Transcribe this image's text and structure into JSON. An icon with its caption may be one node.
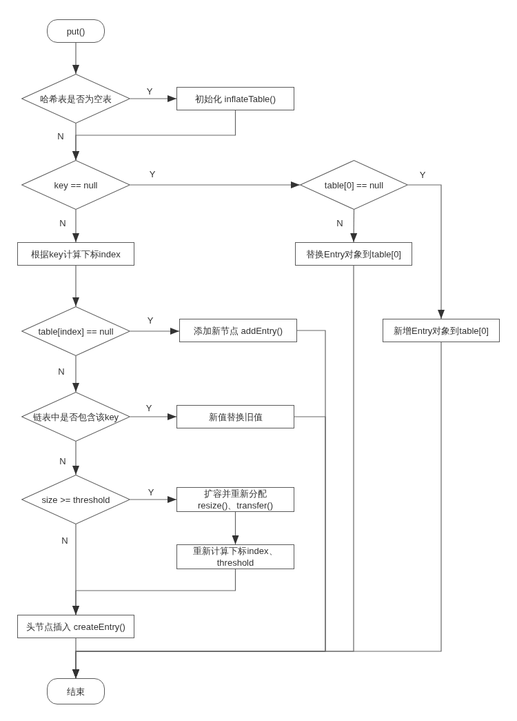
{
  "diagram": {
    "nodes": [
      {
        "text": [
          "put()"
        ]
      },
      {
        "text": [
          "哈希表是否为空表"
        ]
      },
      {
        "text": [
          "初始化 inflateTable()"
        ]
      },
      {
        "text": [
          "key == null"
        ]
      },
      {
        "text": [
          "table[0] == null"
        ]
      },
      {
        "text": [
          "根据key计算下标index"
        ]
      },
      {
        "text": [
          "替换Entry对象到table[0]"
        ]
      },
      {
        "text": [
          "table[index] == null"
        ]
      },
      {
        "text": [
          "添加新节点 addEntry()"
        ]
      },
      {
        "text": [
          "新增Entry对象到table[0]"
        ]
      },
      {
        "text": [
          "链表中是否包含该key"
        ]
      },
      {
        "text": [
          "新值替换旧值"
        ]
      },
      {
        "text": [
          "size >= threshold"
        ]
      },
      {
        "text": [
          "扩容并重新分配 resize()、transfer()"
        ]
      },
      {
        "text": [
          "重新计算下标index、threshold"
        ]
      },
      {
        "text": [
          "头节点插入 createEntry()"
        ]
      },
      {
        "text": [
          "结束"
        ]
      }
    ],
    "edges": [
      {
        "from": 0,
        "to": 1,
        "arrow": "to"
      },
      {
        "from": 1,
        "to": 2,
        "arrow": "to",
        "label": "Y"
      },
      {
        "from": 1,
        "to": 3,
        "arrow": "to",
        "label": "N"
      },
      {
        "from": 2,
        "to": 3,
        "arrow": "to"
      },
      {
        "from": 3,
        "to": 4,
        "arrow": "to",
        "label": "Y"
      },
      {
        "from": 3,
        "to": 5,
        "arrow": "to",
        "label": "N"
      },
      {
        "from": 4,
        "to": 6,
        "arrow": "to",
        "label": "N"
      },
      {
        "from": 4,
        "to": 9,
        "arrow": "to",
        "label": "Y"
      },
      {
        "from": 5,
        "to": 7,
        "arrow": "to"
      },
      {
        "from": 7,
        "to": 8,
        "arrow": "to",
        "label": "Y"
      },
      {
        "from": 7,
        "to": 10,
        "arrow": "to",
        "label": "N"
      },
      {
        "from": 10,
        "to": 11,
        "arrow": "to",
        "label": "Y"
      },
      {
        "from": 10,
        "to": 12,
        "arrow": "to",
        "label": "N"
      },
      {
        "from": 12,
        "to": 13,
        "arrow": "to",
        "label": "Y"
      },
      {
        "from": 12,
        "to": 15,
        "arrow": "to",
        "label": "N"
      },
      {
        "from": 13,
        "to": 14,
        "arrow": "to"
      },
      {
        "from": 14,
        "to": 15,
        "arrow": "to"
      },
      {
        "from": 15,
        "to": 16,
        "arrow": "to"
      },
      {
        "from": 8,
        "to": 16,
        "arrow": "to"
      },
      {
        "from": 11,
        "to": 16,
        "arrow": "to"
      },
      {
        "from": 6,
        "to": 16,
        "arrow": "to"
      },
      {
        "from": 9,
        "to": 16,
        "arrow": "to"
      }
    ]
  }
}
